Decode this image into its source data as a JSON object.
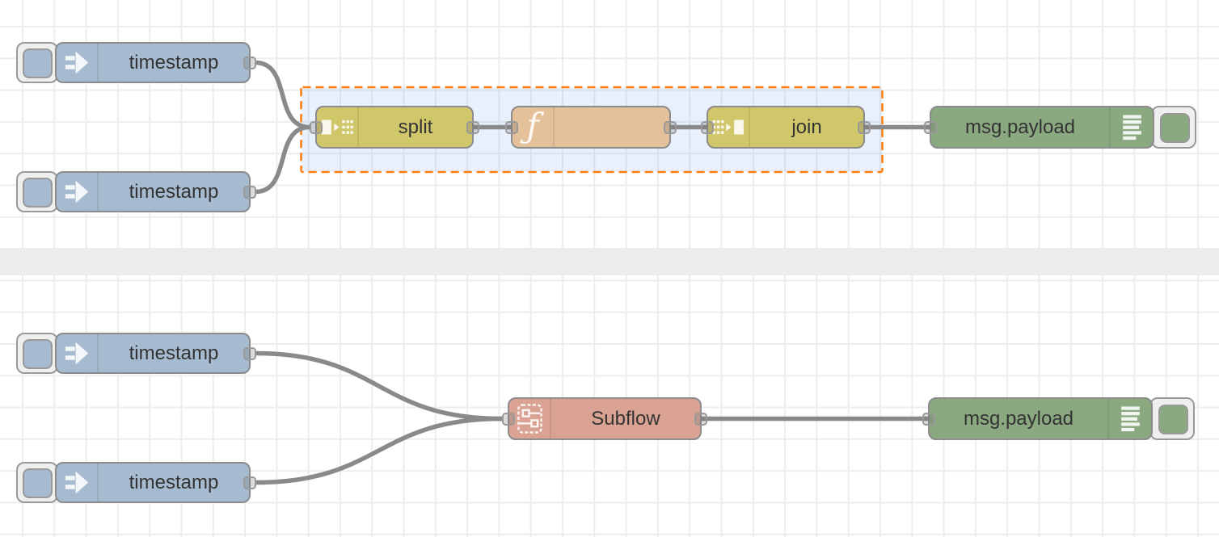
{
  "colors": {
    "canvas_bg": "#ffffff",
    "grid_line": "#ededed",
    "separator_band": "#ececec",
    "wire": "#8a8a8a",
    "node_border": "#8c8c8c",
    "node_label": "#333333",
    "port_fill": "rgba(110,110,110,0.24)",
    "port_border": "#999999",
    "button_tab_fill": "#efefef",
    "button_tab_border": "#999999",
    "selection_border": "#ff7f0e",
    "selection_fill": "rgba(100,160,230,0.15)",
    "inject_node": "#a6bbcf",
    "split_join_node": "#d0c66a",
    "function_node": "#e4c19a",
    "debug_node": "#8aa980",
    "subflow_node": "#d9a292",
    "icon_glyph": "rgba(255,255,255,0.88)"
  },
  "nodes": {
    "inject1": {
      "label": "timestamp",
      "type": "inject"
    },
    "inject2": {
      "label": "timestamp",
      "type": "inject"
    },
    "split": {
      "label": "split",
      "type": "split"
    },
    "function1": {
      "label": "",
      "type": "function"
    },
    "join": {
      "label": "join",
      "type": "join"
    },
    "debug1": {
      "label": "msg.payload",
      "type": "debug"
    },
    "inject3": {
      "label": "timestamp",
      "type": "inject"
    },
    "inject4": {
      "label": "timestamp",
      "type": "inject"
    },
    "subflow1": {
      "label": "Subflow",
      "type": "subflow"
    },
    "debug2": {
      "label": "msg.payload",
      "type": "debug"
    }
  },
  "wires": [
    {
      "from": "inject1",
      "to": "split"
    },
    {
      "from": "inject2",
      "to": "split"
    },
    {
      "from": "split",
      "to": "function1"
    },
    {
      "from": "function1",
      "to": "join"
    },
    {
      "from": "join",
      "to": "debug1"
    },
    {
      "from": "inject3",
      "to": "subflow1"
    },
    {
      "from": "inject4",
      "to": "subflow1"
    },
    {
      "from": "subflow1",
      "to": "debug2"
    }
  ],
  "selection": {
    "contains": [
      "split",
      "function1",
      "join"
    ]
  }
}
